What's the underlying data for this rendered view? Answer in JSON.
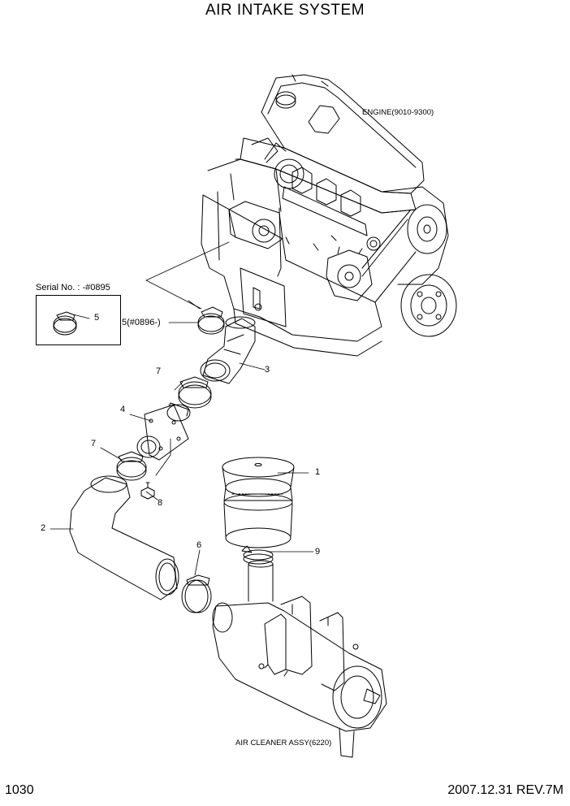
{
  "title": "AIR INTAKE SYSTEM",
  "labels": {
    "engine": "ENGINE(9010-9300)",
    "air_cleaner": "AIR CLEANER ASSY(6220)",
    "serial_note": "Serial No. : -#0895"
  },
  "callouts": {
    "c1": "1",
    "c2": "2",
    "c3": "3",
    "c4": "4",
    "c5_box": "5",
    "c5_main": "5(#0896-)",
    "c6": "6",
    "c7a": "7",
    "c7b": "7",
    "c8": "8",
    "c9": "9"
  },
  "footer": {
    "page": "1030",
    "revision": "2007.12.31  REV.7M"
  }
}
